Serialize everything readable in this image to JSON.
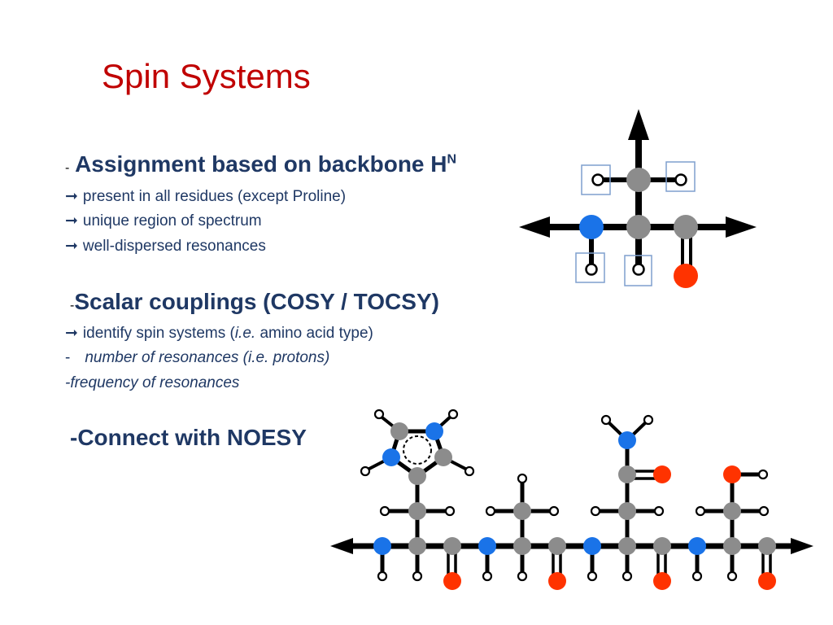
{
  "title": "Spin Systems",
  "section1": {
    "dash": "-",
    "heading": "Assignment based on backbone H",
    "superscript": "N",
    "bullets": [
      "present in all residues (except Proline)",
      "unique region of spectrum",
      "well-dispersed resonances"
    ]
  },
  "section2": {
    "dash": "-",
    "heading": "Scalar couplings (COSY / TOCSY)",
    "bullet_prefix": "identify spin systems (",
    "bullet_italic": "i.e.",
    "bullet_suffix": " amino acid type)",
    "line2_dash": "-",
    "line2": "number of resonances (i.e. protons)",
    "line3": "-frequency of resonances"
  },
  "section3": {
    "heading": "-Connect with NOESY"
  },
  "arrow_glyph": "➞",
  "colors": {
    "title": "#c00000",
    "text": "#1f3864",
    "carbon": "#8c8c8c",
    "nitrogen": "#1a73e8",
    "oxygen": "#ff3300",
    "bond": "#000000",
    "highlight_box": "#7f9fce"
  }
}
